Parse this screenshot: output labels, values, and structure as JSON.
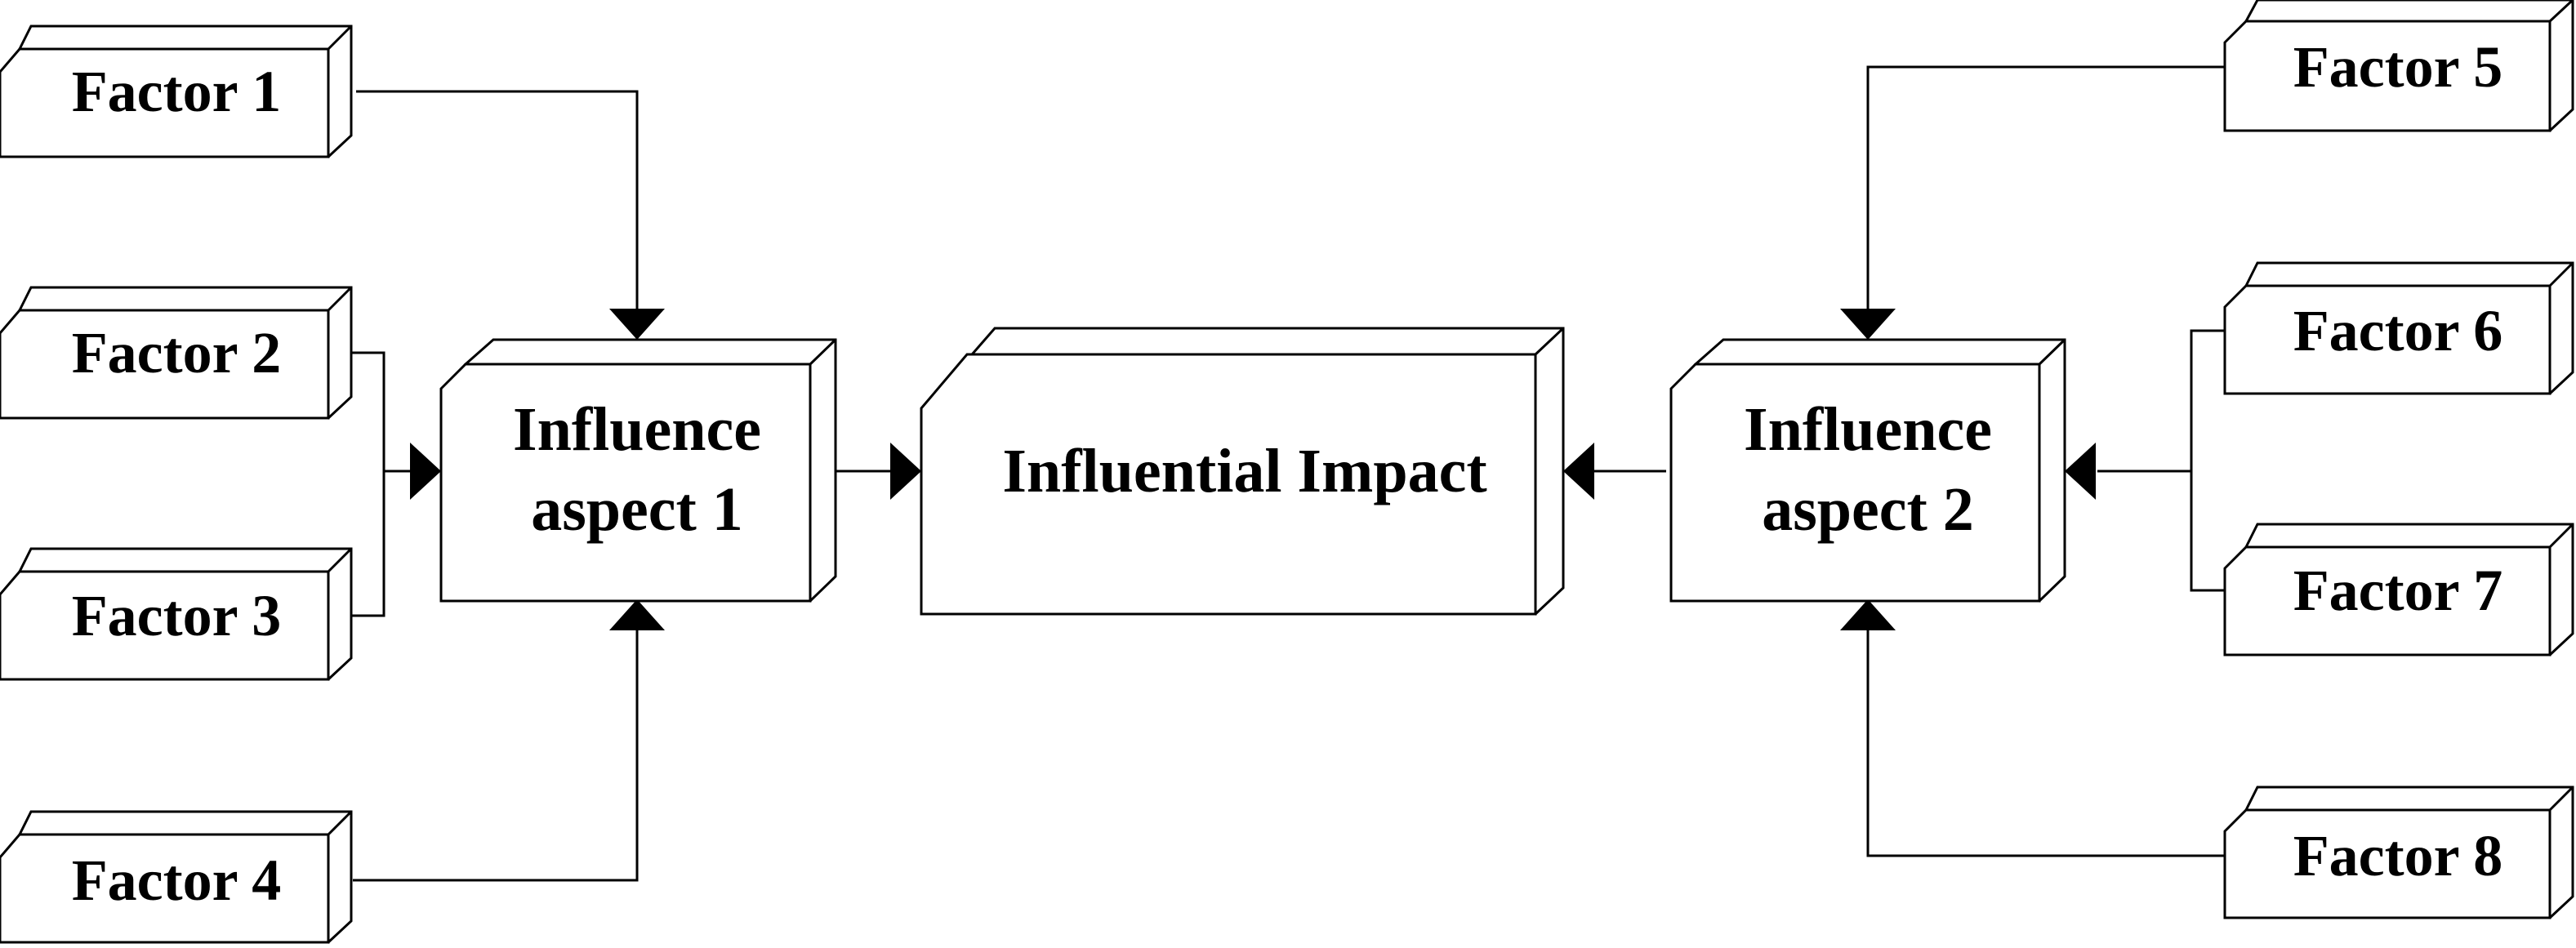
{
  "factors": [
    {
      "label": "Factor 1"
    },
    {
      "label": "Factor 2"
    },
    {
      "label": "Factor 3"
    },
    {
      "label": "Factor 4"
    },
    {
      "label": "Factor 5"
    },
    {
      "label": "Factor 6"
    },
    {
      "label": "Factor 7"
    },
    {
      "label": "Factor 8"
    }
  ],
  "aspects": [
    {
      "line1": "Influence",
      "line2": "aspect 1"
    },
    {
      "line1": "Influence",
      "line2": "aspect 2"
    }
  ],
  "impact": {
    "label": "Influential Impact"
  }
}
